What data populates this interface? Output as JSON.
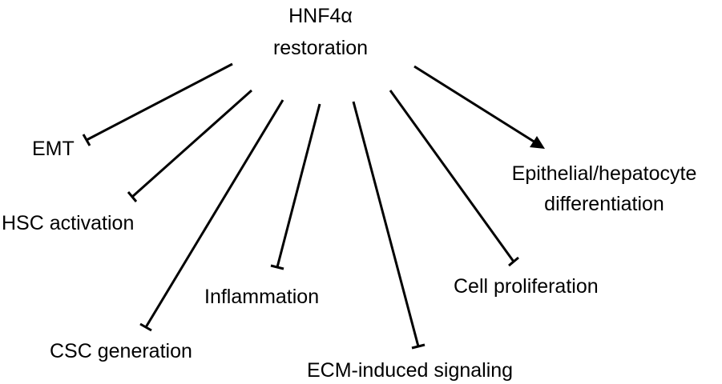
{
  "source": {
    "line1": "HNF4α",
    "line2": "restoration"
  },
  "targets": [
    {
      "label": "EMT",
      "effect": "inhibit"
    },
    {
      "label": "HSC activation",
      "effect": "inhibit"
    },
    {
      "label": "CSC generation",
      "effect": "inhibit"
    },
    {
      "label": "Inflammation",
      "effect": "inhibit"
    },
    {
      "label": "ECM-induced signaling",
      "effect": "inhibit"
    },
    {
      "label": "Cell proliferation",
      "effect": "inhibit"
    },
    {
      "label_line1": "Epithelial/hepatocyte",
      "label_line2": "differentiation",
      "effect": "promote"
    }
  ],
  "colors": {
    "line": "#000000",
    "text": "#000000",
    "background": "#ffffff"
  }
}
